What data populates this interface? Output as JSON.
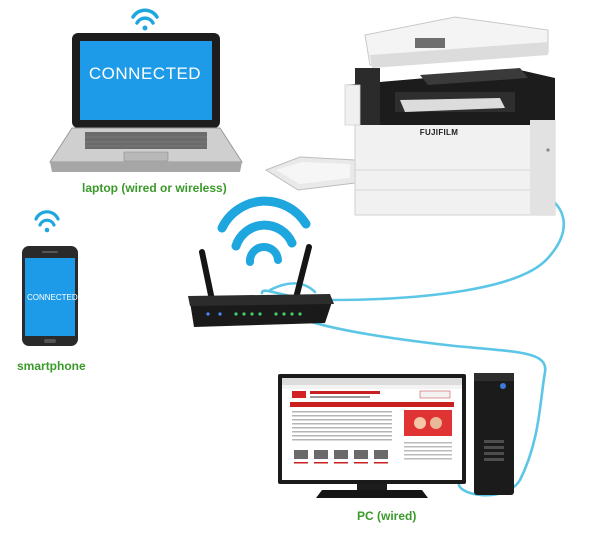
{
  "labels": {
    "laptop": "laptop (wired or wireless)",
    "smartphone": "smartphone",
    "pc": "PC (wired)"
  },
  "screens": {
    "laptop": "CONNECTED",
    "phone": "CONNECTED"
  },
  "printer": {
    "brand": "FUJIFILM"
  },
  "colors": {
    "label_green": "#3a9a2a",
    "screen_blue": "#1e9be8",
    "wifi_blue": "#1ea6df",
    "cable_blue": "#5cc6e6"
  }
}
